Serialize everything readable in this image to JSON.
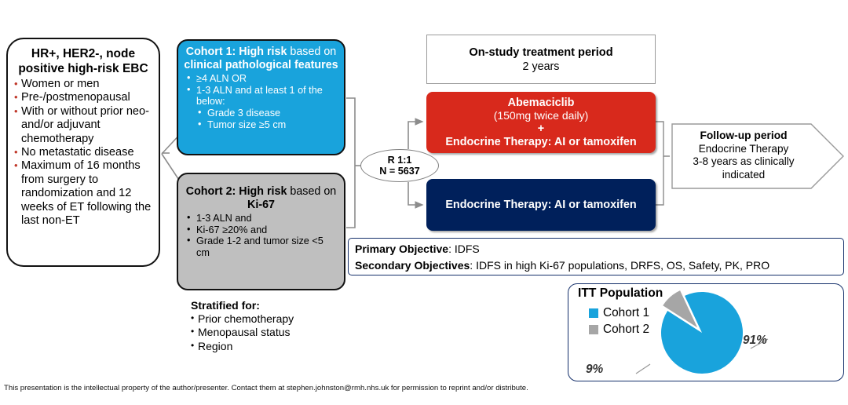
{
  "eligibility": {
    "title": "HR+, HER2-, node positive high-risk EBC",
    "bullets": [
      "Women or men",
      "Pre-/postmenopausal",
      "With or without prior neo- and/or adjuvant chemotherapy",
      "No metastatic disease",
      "Maximum of 16 months from surgery to randomization and 12 weeks of ET following the last non-ET"
    ]
  },
  "cohort1": {
    "head_part1": "Cohort 1: High risk",
    "head_part2": " based on ",
    "head_part3": "clinical pathological features",
    "bullets": [
      "≥4 ALN OR",
      "1-3 ALN and at least 1 of the below:",
      "Grade 3 disease",
      "Tumor size ≥5 cm"
    ],
    "color": "#19A3DC"
  },
  "cohort2": {
    "head_part1": "Cohort 2: High risk",
    "head_part2": " based on ",
    "head_part3": "Ki-67",
    "bullets": [
      "1-3 ALN and",
      "Ki-67 ≥20% and",
      "Grade 1-2 and tumor size  <5 cm"
    ],
    "color": "#BFBFBF"
  },
  "stratified": {
    "heading": "Stratified for:",
    "items": [
      "Prior chemotherapy",
      "Menopausal status",
      "Region"
    ]
  },
  "randomization": {
    "ratio": "R 1:1",
    "n": "N = 5637"
  },
  "on_study": {
    "title": "On-study treatment period",
    "duration": "2 years"
  },
  "arm_abemaciclib": {
    "drug": "Abemaciclib",
    "dose": "(150mg twice daily)",
    "plus": "+",
    "backbone": "Endocrine Therapy: AI or tamoxifen",
    "color": "#D8291C"
  },
  "arm_control": {
    "label": "Endocrine Therapy: AI or tamoxifen",
    "color": "#00205B"
  },
  "follow_up": {
    "title": "Follow-up period",
    "line2": "Endocrine Therapy",
    "line3": "3-8 years as clinically",
    "line4": "indicated"
  },
  "objectives": {
    "primary_label": "Primary Objective",
    "primary_value": ": IDFS",
    "secondary_label": "Secondary Objectives",
    "secondary_value": ": IDFS in high Ki-67 populations, DRFS, OS, Safety, PK, PRO"
  },
  "chart_data": {
    "type": "pie",
    "title": "ITT Population",
    "categories": [
      "Cohort 1",
      "Cohort 2"
    ],
    "values": [
      91,
      9
    ],
    "labels": [
      "91%",
      "9%"
    ],
    "colors": [
      "#19A3DC",
      "#A6A6A6"
    ],
    "legend_position": "top-left",
    "exploded_slice": "Cohort 2"
  },
  "footer": {
    "text": "This presentation is the intellectual property of the author/presenter. Contact them at stephen.johnston@rmh.nhs.uk for permission to reprint and/or distribute."
  }
}
